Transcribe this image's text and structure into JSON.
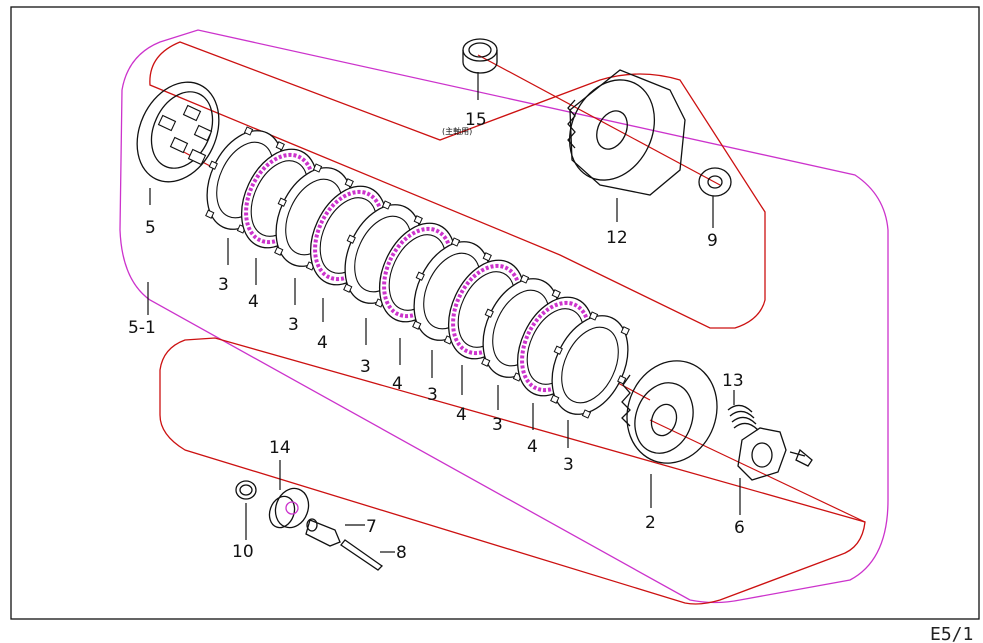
{
  "sheet_id": "E5/1",
  "colors": {
    "outline_group": "#cc33cc",
    "outline_sub": "#cc1111",
    "axis_line": "#cc1111",
    "friction_dots": "#cc33cc",
    "part_stroke": "#111111"
  },
  "callouts": [
    {
      "id": "c5",
      "text": "5"
    },
    {
      "id": "c5-1",
      "text": "5-1"
    },
    {
      "id": "c15",
      "text": "15"
    },
    {
      "id": "c15note",
      "text": "(主軸用)"
    },
    {
      "id": "c12",
      "text": "12"
    },
    {
      "id": "c9",
      "text": "9"
    },
    {
      "id": "c13",
      "text": "13"
    },
    {
      "id": "c2",
      "text": "2"
    },
    {
      "id": "c6",
      "text": "6"
    },
    {
      "id": "c14",
      "text": "14"
    },
    {
      "id": "c7",
      "text": "7"
    },
    {
      "id": "c8",
      "text": "8"
    },
    {
      "id": "c10",
      "text": "10"
    },
    {
      "id": "c3a",
      "text": "3"
    },
    {
      "id": "c4a",
      "text": "4"
    },
    {
      "id": "c3b",
      "text": "3"
    },
    {
      "id": "c4b",
      "text": "4"
    },
    {
      "id": "c3c",
      "text": "3"
    },
    {
      "id": "c4c",
      "text": "4"
    },
    {
      "id": "c3d",
      "text": "3"
    },
    {
      "id": "c4d",
      "text": "4"
    },
    {
      "id": "c3e",
      "text": "3"
    },
    {
      "id": "c4e",
      "text": "4"
    },
    {
      "id": "c3f",
      "text": "3"
    }
  ]
}
